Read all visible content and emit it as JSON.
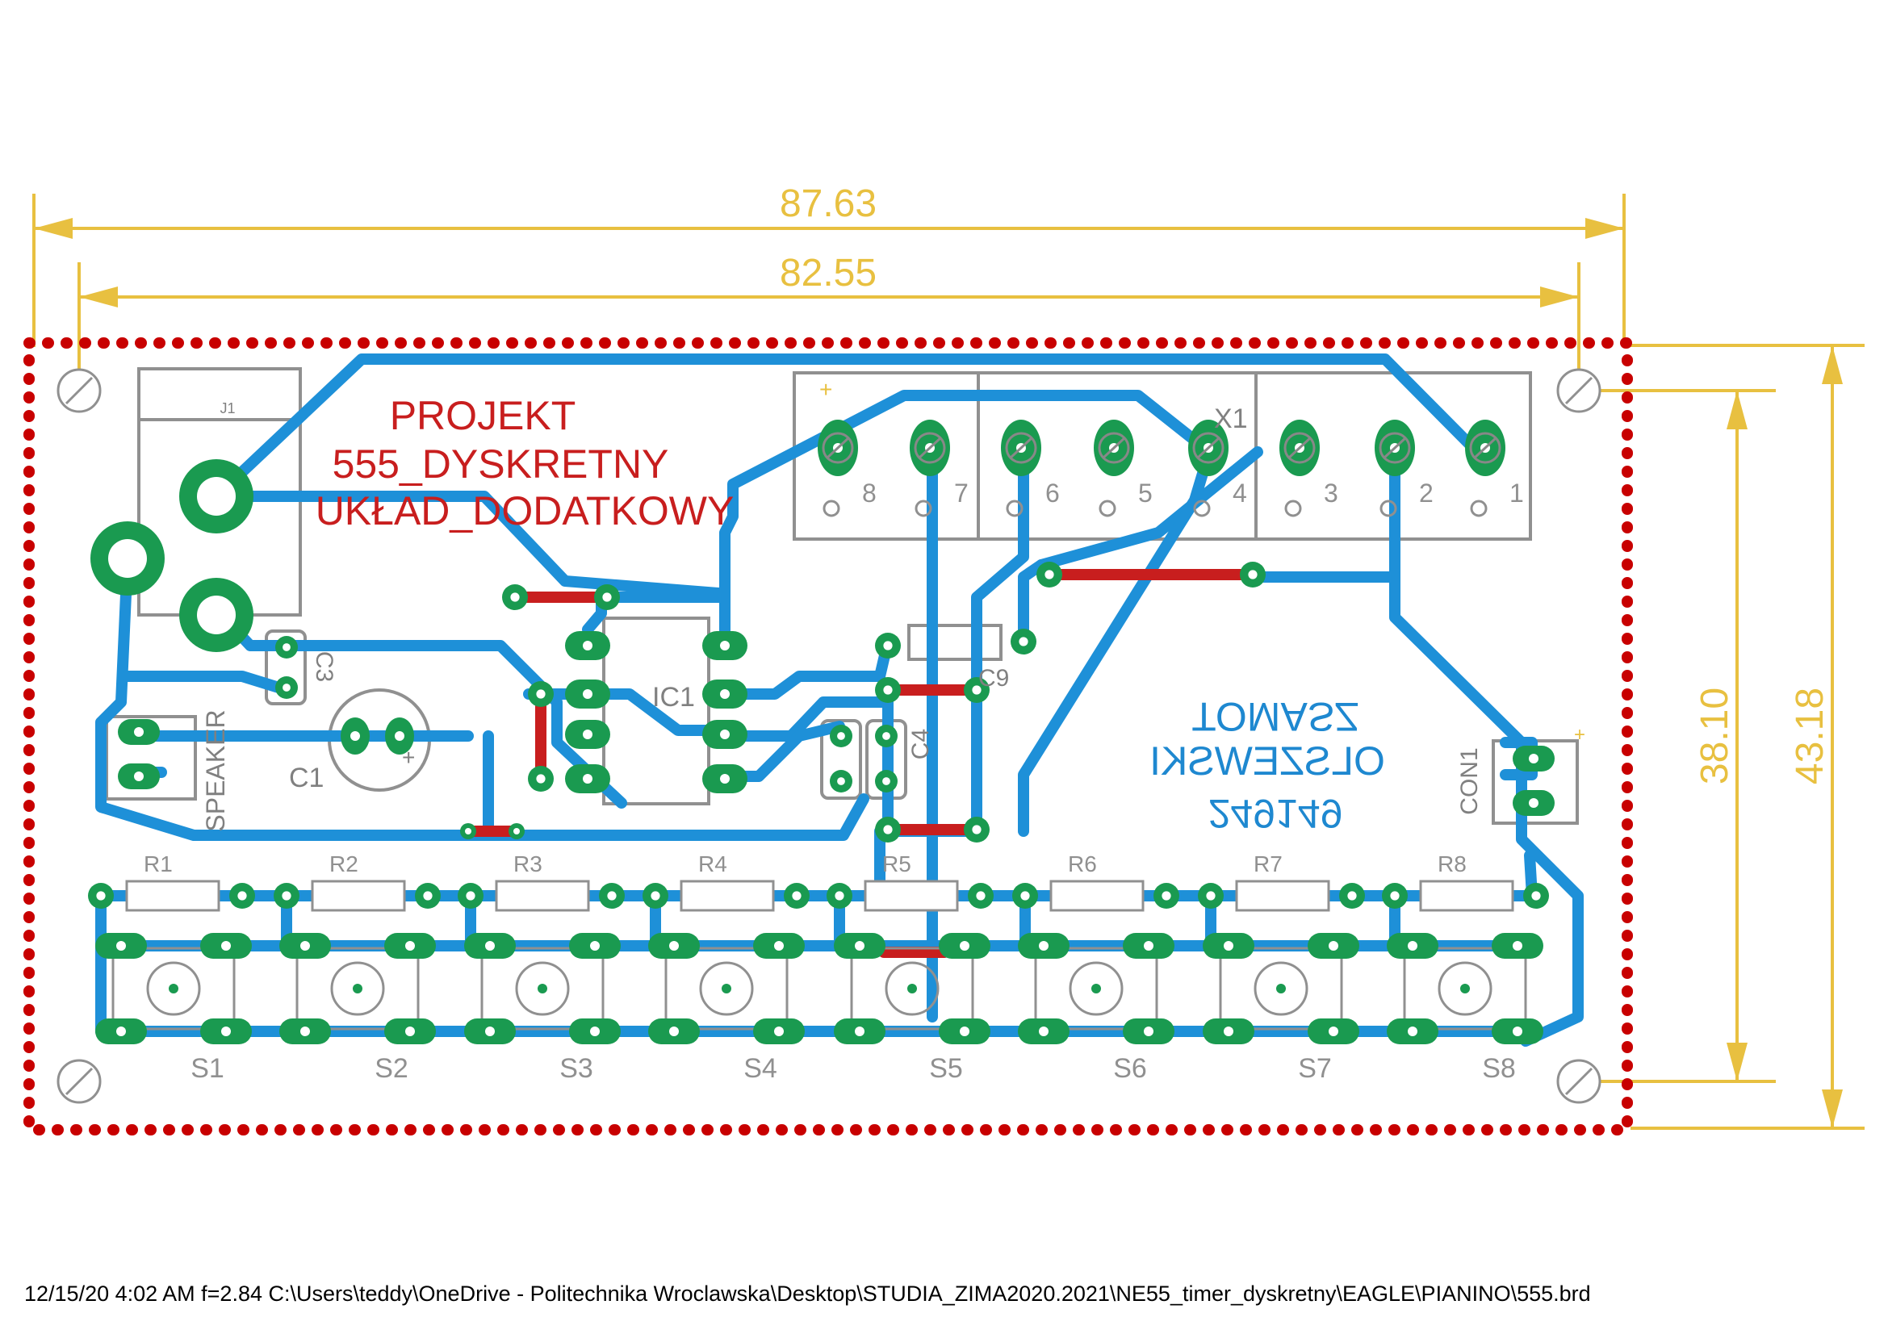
{
  "dimensions": {
    "width_outer": "87.63",
    "width_inner": "82.55",
    "height_inner": "38.10",
    "height_outer": "43.18"
  },
  "project_text": [
    "PROJEKT",
    "555_DYSKRETNY",
    "UKŁAD_DODATKOWY"
  ],
  "author_text": [
    "TOMASZ",
    "OLSZEWSKI",
    "249149"
  ],
  "labels": {
    "j1": "J1",
    "x1": "X1",
    "ic1": "IC1",
    "c1": "C1",
    "c3": "C3",
    "c4": "C4",
    "c9": "C9",
    "speaker": "SPEAKER",
    "con1": "CON1",
    "plus": "+",
    "resistors": [
      "R1",
      "R2",
      "R3",
      "R4",
      "R5",
      "R6",
      "R7",
      "R8"
    ],
    "switches": [
      "S1",
      "S2",
      "S3",
      "S4",
      "S5",
      "S6",
      "S7",
      "S8"
    ],
    "terminal_pins": [
      "8",
      "7",
      "6",
      "5",
      "4",
      "3",
      "2",
      "1"
    ]
  },
  "footer": "12/15/20 4:02 AM  f=2.84  C:\\Users\\teddy\\OneDrive - Politechnika Wroclawska\\Desktop\\STUDIA_ZIMA2020.2021\\NE55_timer_dyskretny\\EAGLE\\PIANINO\\555.brd",
  "colors": {
    "top_copper": "#c81e1e",
    "bottom_copper": "#1e90d8",
    "pads": "#1a9a50",
    "silkscreen": "#808080",
    "dimension": "#e8c040",
    "outline": "#c80000"
  }
}
